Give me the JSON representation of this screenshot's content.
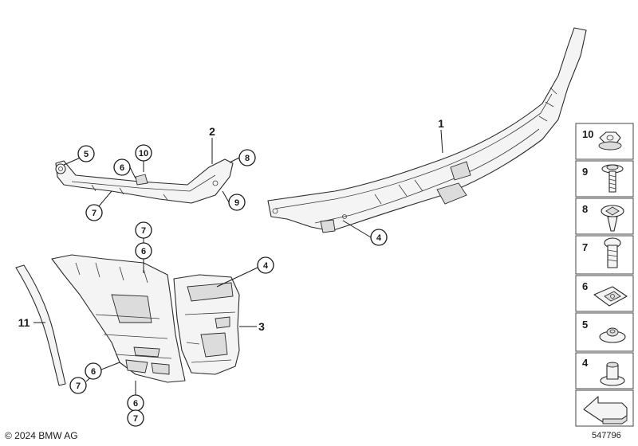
{
  "callouts": {
    "c1": "1",
    "c2": "2",
    "c3": "3",
    "c4a": "4",
    "c4b": "4",
    "c5": "5",
    "c6a": "6",
    "c6b": "6",
    "c6c": "6",
    "c6d": "6",
    "c7a": "7",
    "c7b": "7",
    "c7c": "7",
    "c7d": "7",
    "c8": "8",
    "c9": "9",
    "c10": "10",
    "c11": "11"
  },
  "legend": [
    "10",
    "9",
    "8",
    "7",
    "6",
    "5",
    "4"
  ],
  "footer": {
    "copyright": "© 2024 BMW AG",
    "diagram_id": "547796"
  }
}
